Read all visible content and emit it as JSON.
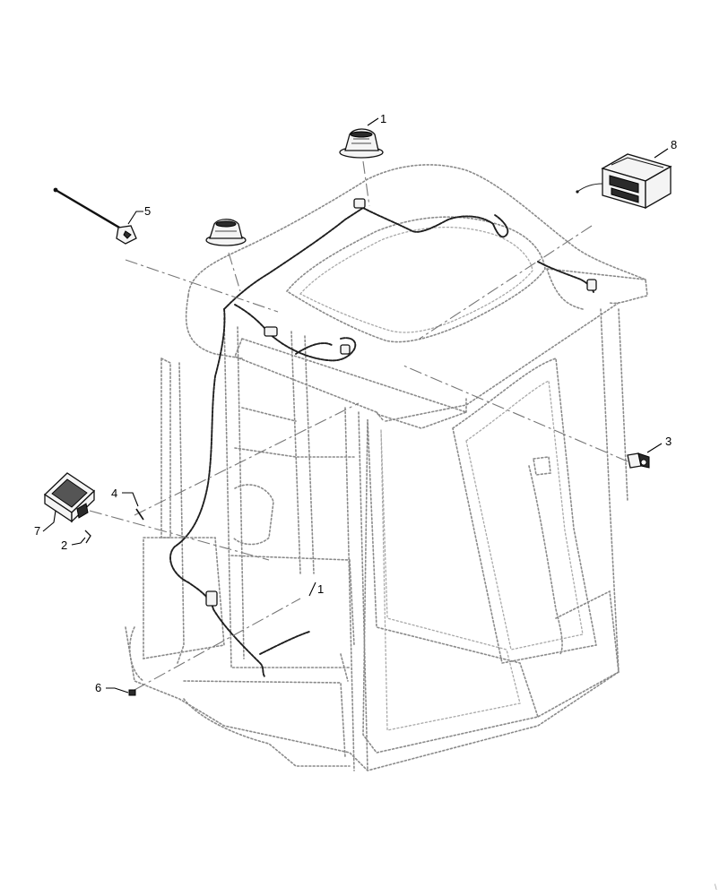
{
  "callouts": [
    {
      "id": "c1",
      "label": "1",
      "part": "roof speaker"
    },
    {
      "id": "c2",
      "label": "2",
      "part": "bracket"
    },
    {
      "id": "c3",
      "label": "3",
      "part": "connector plug"
    },
    {
      "id": "c4",
      "label": "4",
      "part": "pin"
    },
    {
      "id": "c5",
      "label": "5",
      "part": "antenna"
    },
    {
      "id": "c6",
      "label": "6",
      "part": "screw"
    },
    {
      "id": "c7",
      "label": "7",
      "part": "display module"
    },
    {
      "id": "c8",
      "label": "8",
      "part": "radio unit"
    }
  ],
  "annotations": {
    "harness_tag": "1",
    "corner_mark": "\\"
  }
}
